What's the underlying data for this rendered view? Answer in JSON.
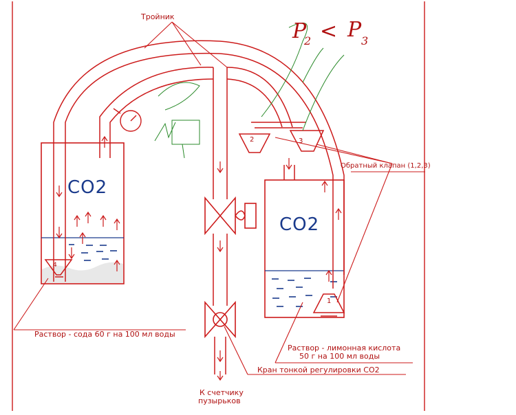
{
  "labels": {
    "tee": "Тройник",
    "check_valve": "Обратный клапан (1,2,3)",
    "soda_solution": "Раствор - сода 60 г на 100 мл воды",
    "citric_line1": "Раствор - лимонная кислота",
    "citric_line2": "50 г на 100 мл воды",
    "fine_valve": "Кран тонкой регулировки СО2",
    "to_counter_line1": "К счетчику",
    "to_counter_line2": "пузырьков"
  },
  "vessels": {
    "left_gas": "CO2",
    "right_gas": "CO2"
  },
  "valve_numbers": {
    "v1": "1",
    "v2": "2",
    "v3": "3",
    "v4": "4"
  },
  "handwritten": {
    "p2": "P",
    "p2_sub": "2",
    "relation": "<",
    "p3": "P",
    "p3_sub": "3"
  },
  "colors": {
    "pipe": "#cc1a1a",
    "liquid": "#1a3a8c",
    "annotation": "#b01010",
    "sketch": "#2a8a2a"
  }
}
